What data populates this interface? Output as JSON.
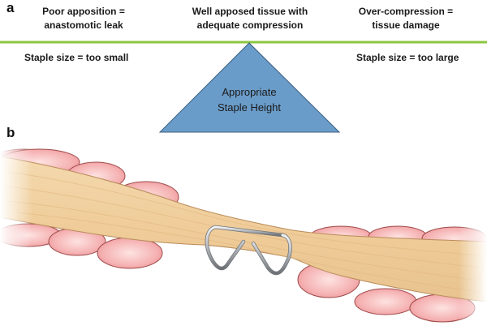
{
  "panel_a": {
    "label": "a",
    "captions": {
      "left": [
        "Poor apposition =",
        "anastomotic leak"
      ],
      "center": [
        "Well apposed tissue with",
        "adequate compression"
      ],
      "right": [
        "Over-compression =",
        "tissue damage"
      ]
    },
    "side_labels": {
      "left": "Staple size = too small",
      "right": "Staple size = too large"
    },
    "fulcrum": {
      "lines": [
        "Appropriate",
        "Staple Height"
      ]
    },
    "colors": {
      "balance_line": "#8cc63f",
      "fulcrum_fill": "#6a9cc9",
      "fulcrum_stroke": "#3d5f82"
    }
  },
  "panel_b": {
    "label": "b",
    "subject": "Tissue compressed by a closed B-shaped surgical staple",
    "colors": {
      "tissue": "#efcf9f",
      "tissue_edge": "#b98c5a",
      "mucosa": "#f3a7a9",
      "mucosa_edge": "#9e4a4a",
      "staple": "#b9bcc0"
    }
  }
}
